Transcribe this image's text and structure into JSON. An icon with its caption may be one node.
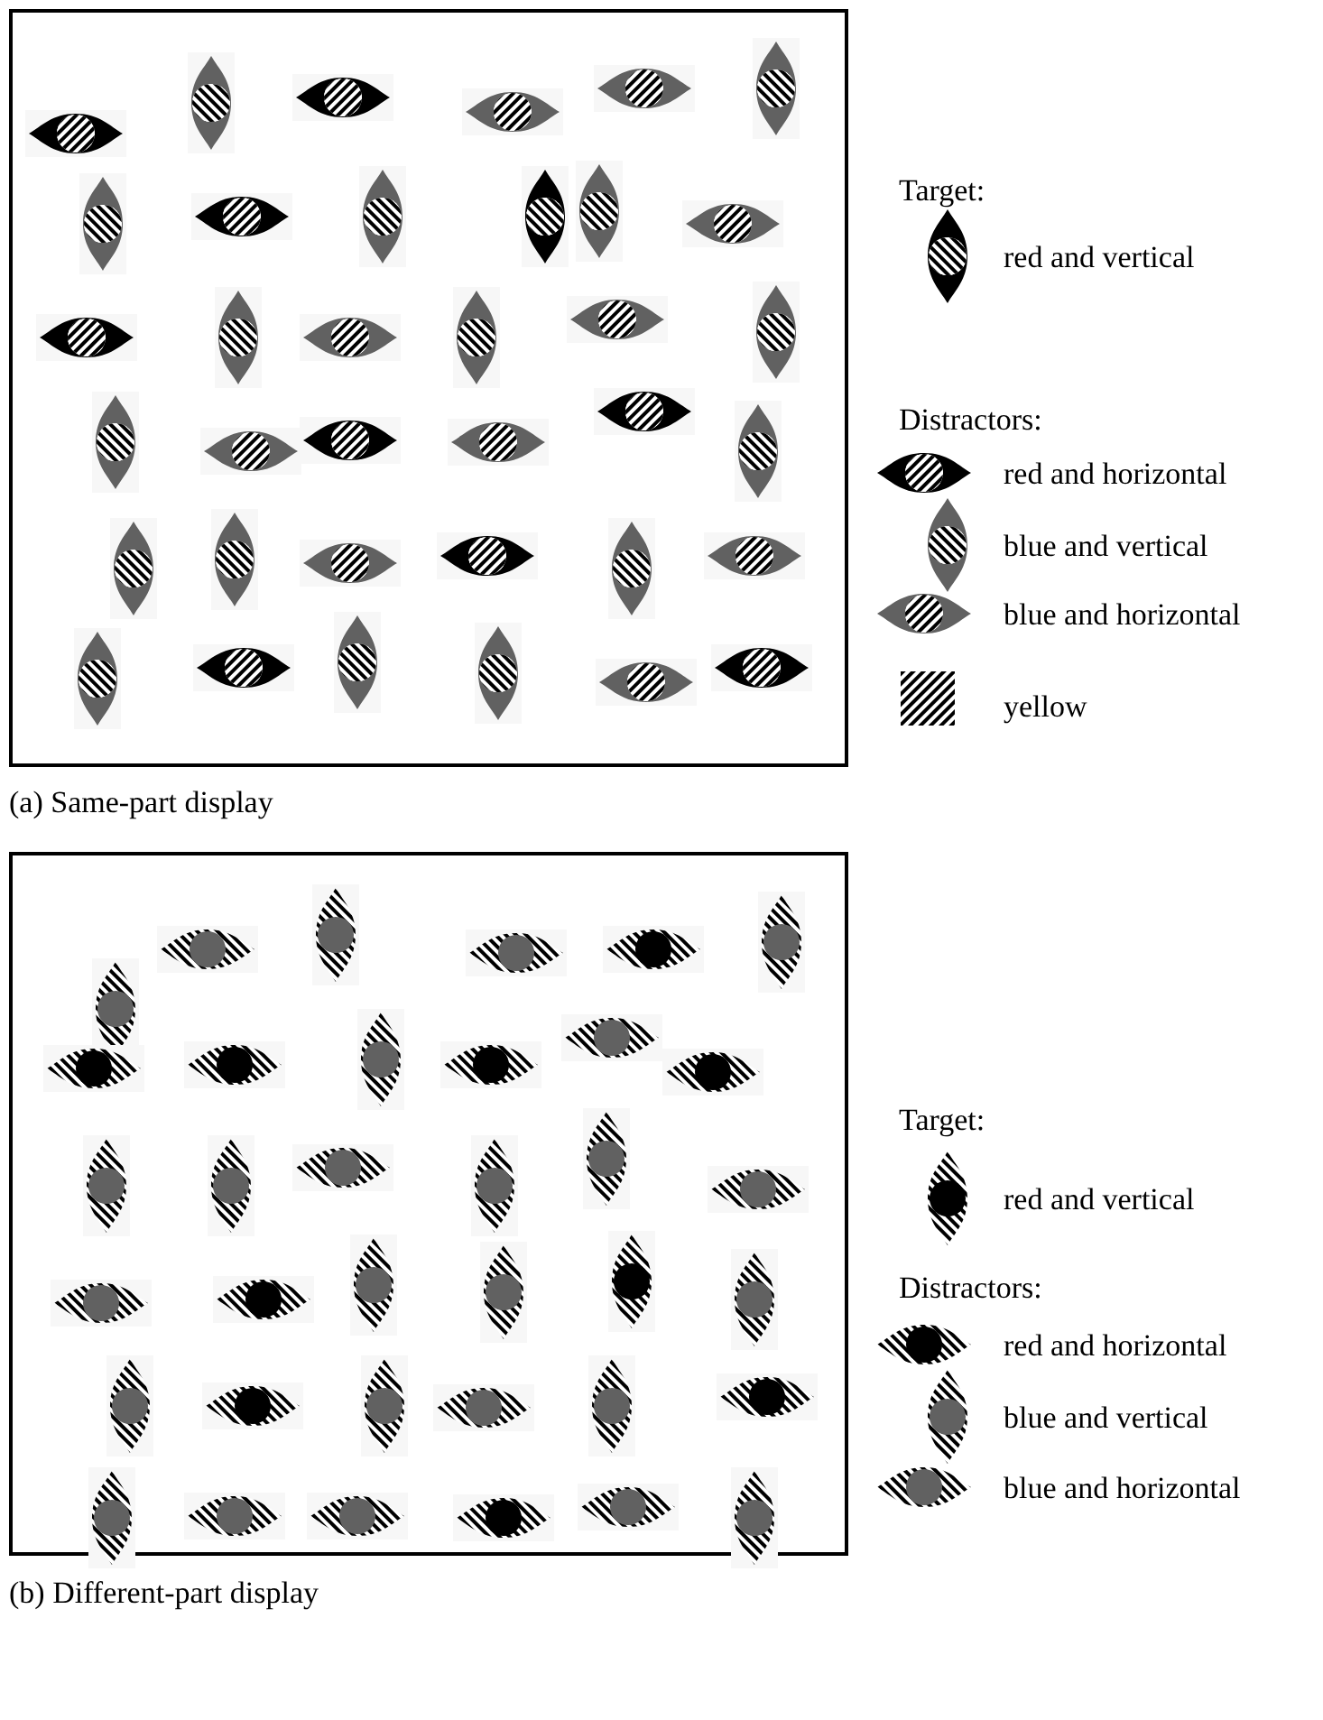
{
  "diagram": {
    "labels": [
      "Target:",
      "Distractors:",
      "(a) Same-part display",
      "Target:",
      "Distractors:",
      "(b) Different-part display"
    ],
    "legend": [
      {
        "text": "red and vertical"
      },
      {
        "text": "red and horizontal"
      },
      {
        "text": "blue and vertical"
      },
      {
        "text": "blue and horizontal"
      },
      {
        "text": "yellow"
      },
      {
        "text": "red and vertical"
      },
      {
        "text": "red and horizontal"
      },
      {
        "text": "blue and vertical"
      },
      {
        "text": "blue and horizontal"
      }
    ]
  }
}
